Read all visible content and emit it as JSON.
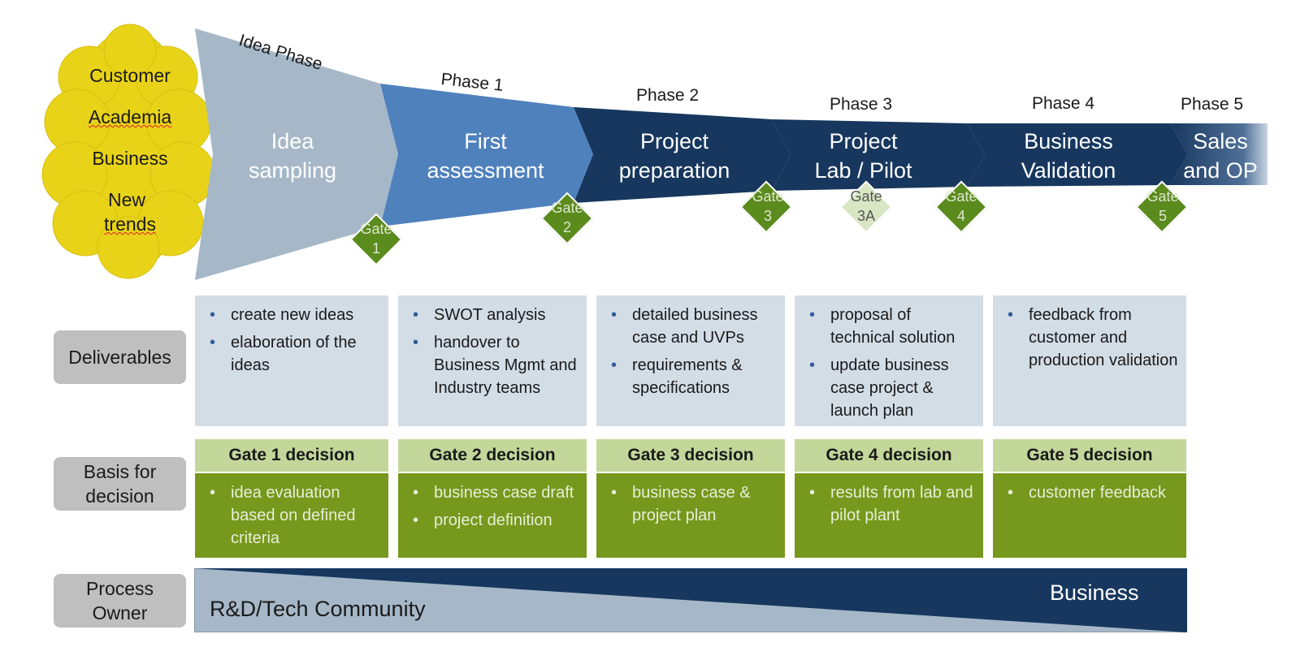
{
  "sources": [
    "Customer",
    "Academia",
    "Business",
    "New",
    "trends"
  ],
  "phases": [
    {
      "label": "Idea Phase",
      "line1": "Idea",
      "line2": "sampling"
    },
    {
      "label": "Phase 1",
      "line1": "First",
      "line2": "assessment"
    },
    {
      "label": "Phase 2",
      "line1": "Project",
      "line2": "preparation"
    },
    {
      "label": "Phase 3",
      "line1": "Project",
      "line2": "Lab / Pilot"
    },
    {
      "label": "Phase 4",
      "line1": "Business",
      "line2": "Validation"
    },
    {
      "label": "Phase 5",
      "line1": "Sales",
      "line2": "and OP"
    }
  ],
  "gates": [
    {
      "word": "Gate",
      "num": "1"
    },
    {
      "word": "Gate",
      "num": "2"
    },
    {
      "word": "Gate",
      "num": "3"
    },
    {
      "word": "Gate",
      "num": "3A"
    },
    {
      "word": "Gate",
      "num": "4"
    },
    {
      "word": "Gate",
      "num": "5"
    }
  ],
  "row_labels": {
    "deliverables": "Deliverables",
    "basis_line1": "Basis for",
    "basis_line2": "decision",
    "owner_line1": "Process",
    "owner_line2": "Owner"
  },
  "deliverables": [
    [
      "create new ideas",
      "elaboration of the ideas"
    ],
    [
      "SWOT analysis",
      "handover to Business Mgmt and Industry teams"
    ],
    [
      "detailed business case and UVPs",
      "requirements & specifications"
    ],
    [
      "proposal of technical solution",
      "update business case project & launch plan"
    ],
    [
      "feedback from customer and production validation"
    ]
  ],
  "decisions": [
    {
      "title": "Gate 1 decision",
      "items": [
        "idea evaluation based on defined criteria"
      ]
    },
    {
      "title": "Gate 2 decision",
      "items": [
        "business case draft",
        "project definition"
      ]
    },
    {
      "title": "Gate 3 decision",
      "items": [
        "business case & project plan"
      ]
    },
    {
      "title": "Gate 4 decision",
      "items": [
        "results from lab and pilot plant"
      ]
    },
    {
      "title": "Gate 5 decision",
      "items": [
        "customer feedback"
      ]
    }
  ],
  "owner": {
    "left": "R&D/Tech Community",
    "right": "Business"
  },
  "colors": {
    "cloud": "#e9d319",
    "idea_funnel": "#a6b8c8",
    "phase1": "#4f81bd",
    "dark_blue": "#17375e",
    "gate_green": "#5b8a1d",
    "gate_light": "#d9e6c4",
    "deliverable_bg": "#d3dde6",
    "decision_head": "#c4d79b",
    "decision_body": "#76981c"
  }
}
